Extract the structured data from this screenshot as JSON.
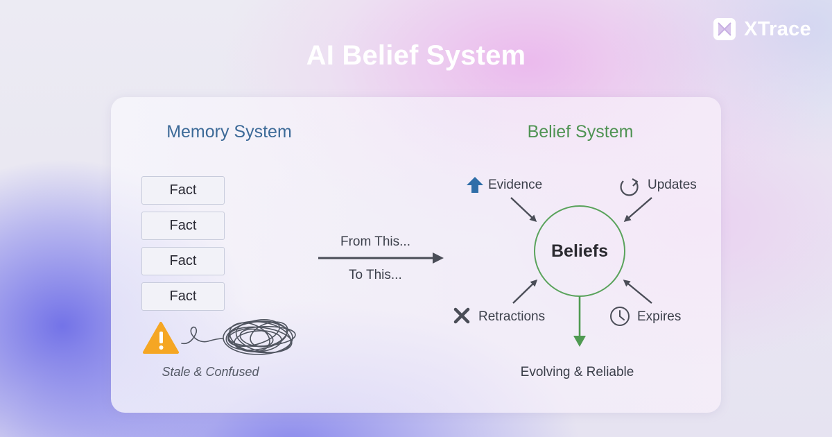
{
  "brand": {
    "name": "XTrace"
  },
  "title": "AI Belief System",
  "memory_system": {
    "heading": "Memory System",
    "facts": [
      "Fact",
      "Fact",
      "Fact",
      "Fact"
    ],
    "status_label": "Stale & Confused"
  },
  "transition": {
    "from_label": "From This...",
    "to_label": "To This..."
  },
  "belief_system": {
    "heading": "Belief System",
    "center": "Beliefs",
    "inputs": {
      "evidence": "Evidence",
      "updates": "Updates",
      "retractions": "Retractions",
      "expires": "Expires"
    },
    "outcome": "Evolving & Reliable"
  },
  "colors": {
    "memory_heading": "#3c6a98",
    "belief_heading": "#4f9353",
    "circle": "#5aa35c",
    "warning": "#f5a623",
    "evidence_icon": "#2f6ea8"
  },
  "icons": [
    "xtrace-logo-icon",
    "warning-icon",
    "scribble-icon",
    "arrow-up-icon",
    "refresh-icon",
    "x-icon",
    "clock-icon"
  ]
}
